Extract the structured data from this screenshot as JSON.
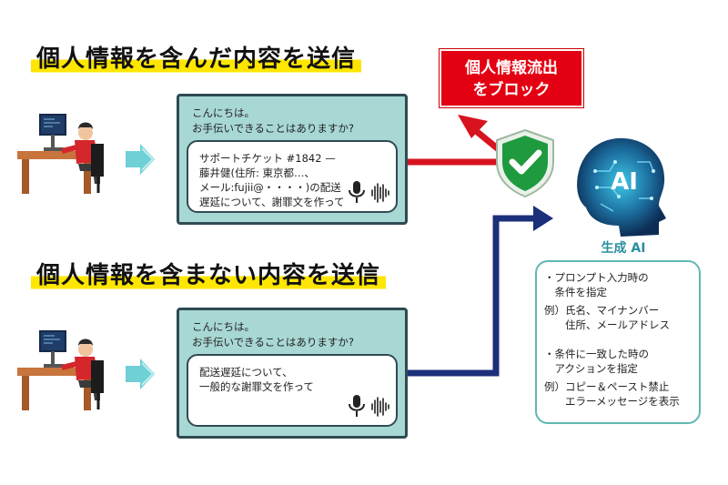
{
  "headline_top": "個人情報を含んだ内容を送信",
  "headline_bottom": "個人情報を含まない内容を送信",
  "block_label": {
    "line1": "個人情報流出",
    "line2": "をブロック"
  },
  "ai_label": "生成 AI",
  "ai_head_text": "AI",
  "panel_top": {
    "greeting": [
      "こんにちは。",
      "お手伝いできることはありますか?"
    ],
    "message": "サポートチケット #1842 —\n藤井健(住所: 東京都…、\nメール:fujii@・・・・)の配送\n遅延について、謝罪文を作って"
  },
  "panel_bottom": {
    "greeting": [
      "こんにちは。",
      "お手伝いできることはありますか?"
    ],
    "message": "配送遅延について、\n一般的な謝罪文を作って"
  },
  "info": {
    "item1_title": [
      "・プロンプト入力時の",
      "　条件を指定"
    ],
    "item1_example": [
      "例）氏名、マイナンバー",
      "　　住所、メールアドレス"
    ],
    "item2_title": [
      "・条件に一致した時の",
      "　アクションを指定"
    ],
    "item2_example": [
      "例）コピー＆ペースト禁止",
      "　　エラーメッセージを表示"
    ]
  },
  "colors": {
    "panel_fill": "#a8d8d4",
    "panel_border": "#2f4a53",
    "arrow_red": "#d7141e",
    "arrow_navy": "#1b2f7a",
    "shield_green": "#1f9a3e",
    "highlight_yellow": "#ffe600",
    "ai_teal": "#2a8fa0"
  },
  "icons": [
    "user-at-desk-icon",
    "chevron-right-arrow-icon",
    "microphone-icon",
    "sound-wave-icon",
    "shield-check-icon",
    "ai-head-icon"
  ]
}
